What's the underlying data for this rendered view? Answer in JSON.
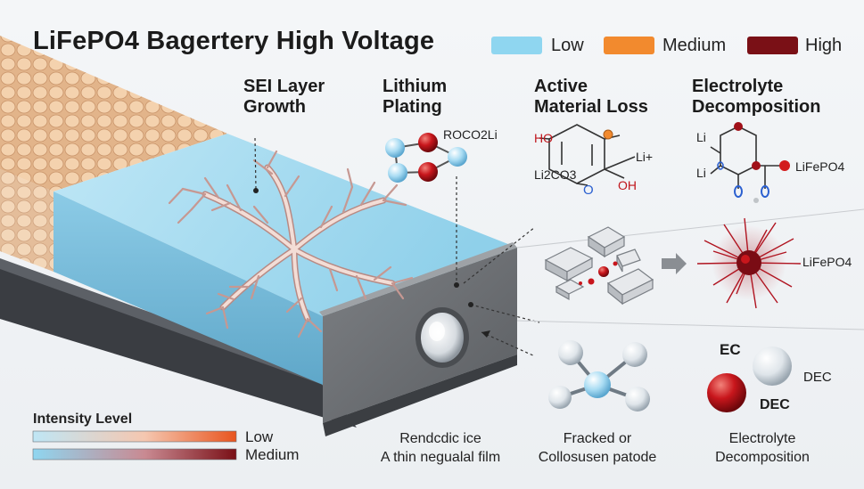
{
  "title": "LiFePO4 Bagertery High Voltage",
  "legend": [
    {
      "label": "Low",
      "color": "#8fd6f0"
    },
    {
      "label": "Medium",
      "color": "#f28a2e"
    },
    {
      "label": "High",
      "color": "#7a1016"
    }
  ],
  "sections": {
    "sei": "SEI Layer\nGrowth",
    "plating": "Lithium\nPlating",
    "material_loss": "Active\nMaterial Loss",
    "electrolyte": "Electrolyte\nDecomposition"
  },
  "chem_labels": {
    "roco2li": "ROCO2Li",
    "ho": "HO",
    "li_plus": "Li+",
    "li2co3": "Li2CO3",
    "o_bottom": "O",
    "oh": "OH",
    "li_top": "Li",
    "li_bottom": "Li",
    "lifepo4_molecule": "LiFePO4",
    "lifepo4_burst": "LiFePO4",
    "ec": "EC",
    "dec_right": "DEC",
    "dec_bottom": "DEC"
  },
  "captions": {
    "film": "Rendcdic ice\nA thin negualal film",
    "fracked": "Fracked or\nCollosusen patode",
    "decomp": "Electrolyte\nDecomposition"
  },
  "intensity": {
    "title": "Intensity Level",
    "rows": [
      {
        "label": "Low",
        "from": "#bfe6f5",
        "to": "#e8541e"
      },
      {
        "label": "Medium",
        "from": "#8fd6f0",
        "to": "#7a1016"
      }
    ]
  }
}
